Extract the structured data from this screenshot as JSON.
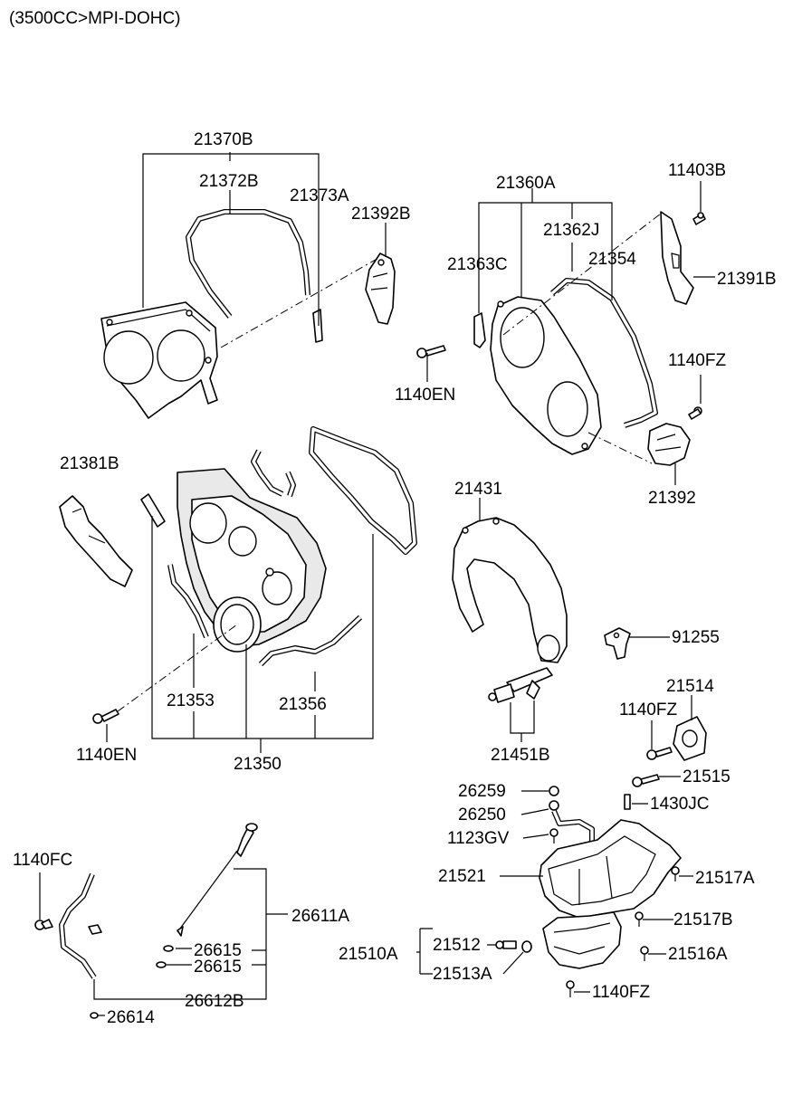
{
  "header": "(3500CC>MPI-DOHC)",
  "labels": {
    "p21370B": "21370B",
    "p21372B": "21372B",
    "p21373A": "21373A",
    "p21392B": "21392B",
    "p21360A": "21360A",
    "p21362J": "21362J",
    "p21363C": "21363C",
    "p21354": "21354",
    "p11403B": "11403B",
    "p21391B": "21391B",
    "p1140EN_top": "1140EN",
    "p1140FZ_top": "1140FZ",
    "p21392": "21392",
    "p21381B": "21381B",
    "p21431": "21431",
    "p91255": "91255",
    "p21353": "21353",
    "p21356": "21356",
    "p21350": "21350",
    "p1140EN_bot": "1140EN",
    "p21514": "21514",
    "p1140FZ_mid": "1140FZ",
    "p21451B": "21451B",
    "p26259": "26259",
    "p21515": "21515",
    "p26250": "26250",
    "p1430JC": "1430JC",
    "p1123GV": "1123GV",
    "p21521": "21521",
    "p21517A": "21517A",
    "p1140FC": "1140FC",
    "p26611A": "26611A",
    "p21517B": "21517B",
    "p21512": "21512",
    "p26615_a": "26615",
    "p26615_b": "26615",
    "p21510A": "21510A",
    "p21516A": "21516A",
    "p21513A": "21513A",
    "p26612B": "26612B",
    "p1140FZ_bot": "1140FZ",
    "p26614": "26614"
  }
}
